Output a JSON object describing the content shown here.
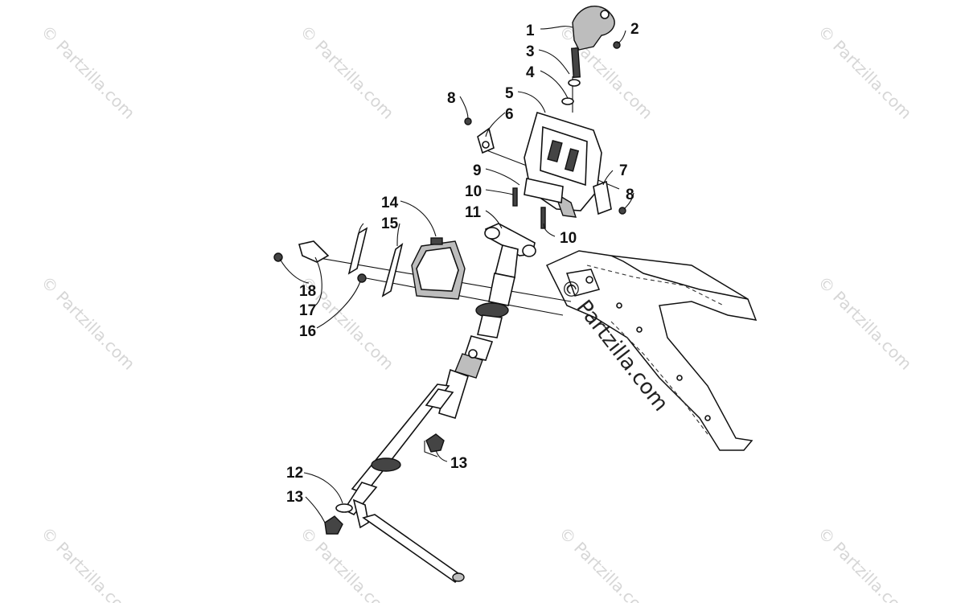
{
  "watermark": "© Partzilla.com",
  "callouts": [
    "1",
    "2",
    "3",
    "4",
    "5",
    "8",
    "6",
    "7",
    "8",
    "9",
    "10",
    "11",
    "10",
    "14",
    "15",
    "18",
    "17",
    "16",
    "13",
    "12",
    "13"
  ]
}
